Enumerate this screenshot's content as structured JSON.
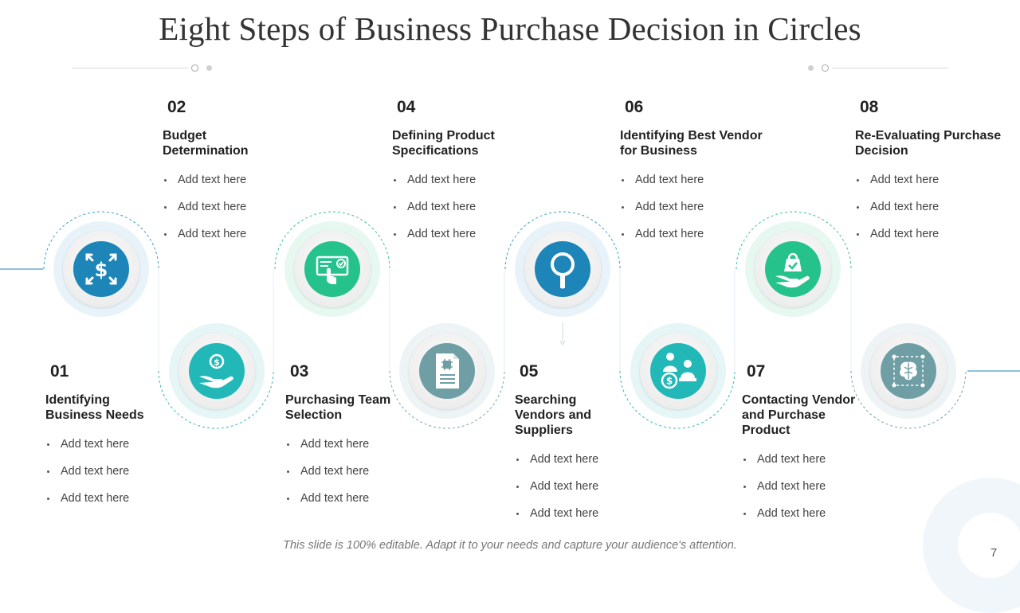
{
  "title": "Eight Steps of Business Purchase Decision in Circles",
  "colors": {
    "blue": "#1d85b8",
    "green": "#25c28b",
    "teal": "#23b8b8",
    "grayteal": "#6f9fa5"
  },
  "steps": [
    {
      "num": "01",
      "title": "Identifying Business Needs",
      "bullets": [
        "Add text here",
        "Add text here",
        "Add text here"
      ],
      "icon": "dollar-arrows-icon",
      "color": "#1d85b8"
    },
    {
      "num": "02",
      "title": "Budget Determination",
      "bullets": [
        "Add text here",
        "Add text here",
        "Add text here"
      ],
      "icon": "hand-coin-icon",
      "color": "#23b8b8"
    },
    {
      "num": "03",
      "title": "Purchasing Team Selection",
      "bullets": [
        "Add text here",
        "Add text here",
        "Add text here"
      ],
      "icon": "approval-card-icon",
      "color": "#25c28b"
    },
    {
      "num": "04",
      "title": "Defining Product Specifications",
      "bullets": [
        "Add text here",
        "Add text here",
        "Add text here"
      ],
      "icon": "spec-document-icon",
      "color": "#6f9fa5"
    },
    {
      "num": "05",
      "title": "Searching Vendors and Suppliers",
      "bullets": [
        "Add text here",
        "Add text here",
        "Add text here"
      ],
      "icon": "magnifier-icon",
      "color": "#1d85b8"
    },
    {
      "num": "06",
      "title": "Identifying Best Vendor for Business",
      "bullets": [
        "Add text here",
        "Add text here",
        "Add text here"
      ],
      "icon": "vendor-meeting-icon",
      "color": "#23b8b8"
    },
    {
      "num": "07",
      "title": "Contacting Vendor and Purchase Product",
      "bullets": [
        "Add text here",
        "Add text here",
        "Add text here"
      ],
      "icon": "hand-bag-icon",
      "color": "#25c28b"
    },
    {
      "num": "08",
      "title": "Re-Evaluating Purchase Decision",
      "bullets": [
        "Add text here",
        "Add text here",
        "Add text here"
      ],
      "icon": "brain-chip-icon",
      "color": "#6f9fa5"
    }
  ],
  "footer": "This slide is 100% editable.  Adapt it to your needs and capture your audience's attention.",
  "page_number": "7"
}
